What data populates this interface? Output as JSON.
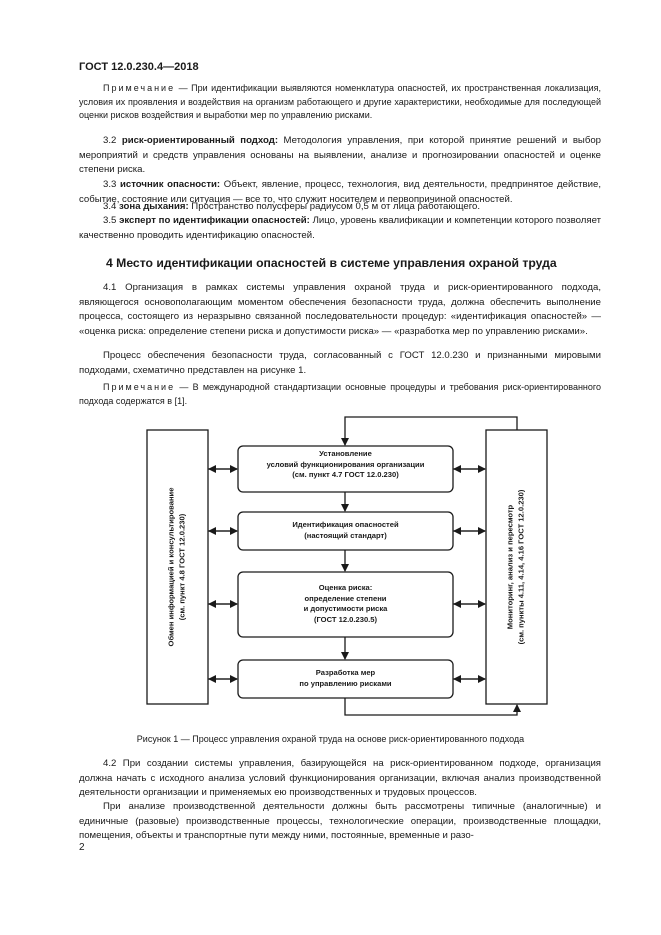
{
  "header": {
    "title": "ГОСТ 12.0.230.4—2018"
  },
  "note1": {
    "label": "Примечание",
    "text": " — При идентификации выявляются номенклатура опасностей, их пространственная локализация, условия их проявления и воздействия на организм работающего и другие характеристики, необходимые для последующей оценки рисков воздействия и выработки мер по управлению рисками."
  },
  "terms": [
    {
      "num": "3.2",
      "term": "риск-ориентированный подход:",
      "def": " Методология управления, при которой принятие решений и выбор мероприятий и средств управления основаны на выявлении, анализе и прогнозировании опасностей и оценке степени риска."
    },
    {
      "num": "3.3",
      "term": "источник опасности:",
      "def": " Объект, явление, процесс, технология, вид деятельности, предпринятое действие, событие, состояние или ситуация — все то, что служит носителем и первопричиной опасностей."
    },
    {
      "num": "3.4",
      "term": "зона дыхания:",
      "def": " Пространство полусферы радиусом 0,5 м от лица работающего."
    },
    {
      "num": "3.5",
      "term": "эксперт по идентификации опасностей:",
      "def": " Лицо, уровень квалификации и компетенции которого позволяет качественно проводить идентификацию опасностей."
    }
  ],
  "section4": {
    "heading": "4 Место идентификации опасностей в системе управления охраной труда",
    "p1": "4.1 Организация в рамках системы управления охраной труда и риск-ориентированного подхода, являющегося основополагающим моментом обеспечения безопасности труда, должна обеспечить выполнение процесса, состоящего из неразрывно связанной последовательности процедур: «идентификация опасностей» — «оценка риска: определение степени риска и допустимости риска» — «разработка мер по управлению рисками».",
    "p2": "Процесс обеспечения безопасности труда, согласованный с ГОСТ 12.0.230 и признанными мировыми подходами, схематично представлен на рисунке 1.",
    "note_label": "Примечание",
    "note_text": " — В международной стандартизации основные процедуры и требования риск-ориентированного подхода содержатся в [1]."
  },
  "figure": {
    "left_box": [
      "Обмен информацией и консультирование",
      "(см. пункт 4.8 ГОСТ 12.0.230)"
    ],
    "right_box": [
      "Мониторинг, анализ и пересмотр",
      "(см. пункты 4.11, 4.14, 4.16 ГОСТ 12.0.230)"
    ],
    "box1": [
      "Установление",
      "условий функционирования организации",
      "(см. пункт 4.7 ГОСТ 12.0.230)"
    ],
    "box2": [
      "Идентификация опасностей",
      "(настоящий стандарт)"
    ],
    "box3": [
      "Оценка риска:",
      "определение степени",
      "и допустимости риска",
      "(ГОСТ 12.0.230.5)"
    ],
    "box4": [
      "Разработка мер",
      "по управлению рисками"
    ],
    "caption": "Рисунок 1 — Процесс управления охраной труда на основе риск-ориентированного подхода"
  },
  "after": {
    "p1": "4.2 При создании системы управления, базирующейся на риск-ориентированном подходе, организация должна начать с исходного анализа условий функционирования организации, включая анализ производственной деятельности организации и применяемых ею производственных и трудовых процессов.",
    "p2": "При анализе производственной деятельности должны быть рассмотрены типичные (аналогичные) и единичные (разовые) производственные процессы, технологические операции, производственные площадки, помещения, объекты и транспортные пути между ними, постоянные, временные и разо-"
  },
  "page_number": "2"
}
